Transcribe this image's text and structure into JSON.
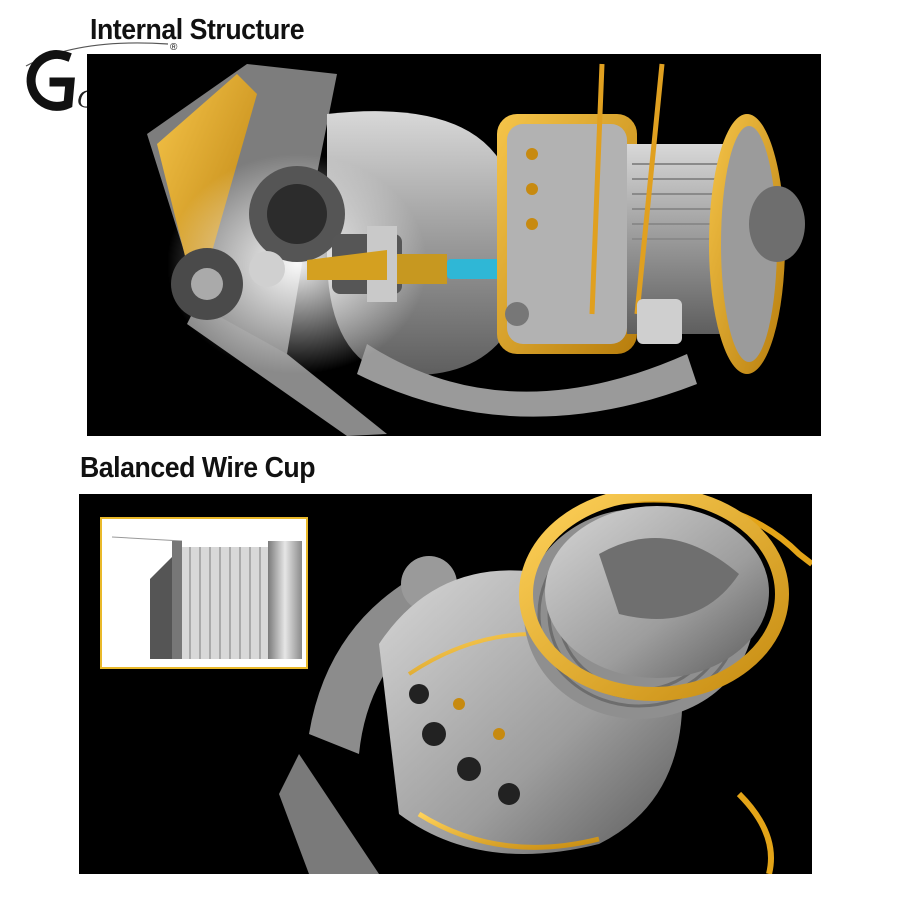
{
  "headings": {
    "internal_structure": "Internal Structure",
    "balanced_wire_cup": "Balanced Wire Cup"
  },
  "logo": {
    "text": "Gaining",
    "mark": "®"
  },
  "colors": {
    "gold": "#e3a418",
    "silver": "#a9a9a9",
    "blue_shaft": "#2fb7d6",
    "background_photo": "#000000",
    "inset_border": "#e9b92a"
  },
  "images": {
    "top": "fishing reel internal gear cutaway",
    "bottom": "fishing reel spool close-up",
    "inset": "wire cup line cross-section diagram"
  }
}
